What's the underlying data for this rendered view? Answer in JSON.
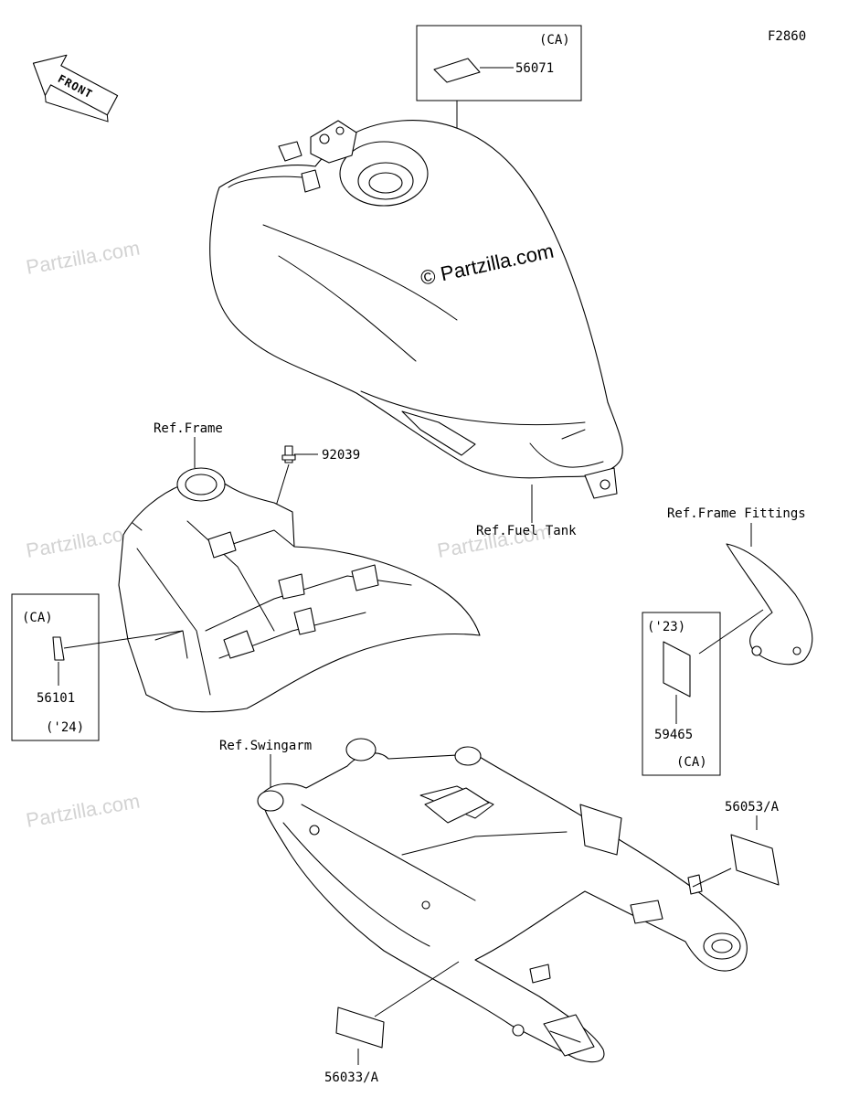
{
  "figure_code": "F2860",
  "front_arrow": {
    "label": "FRONT",
    "icon": "front-direction-arrow-icon"
  },
  "watermark": {
    "text": "Partzilla.com",
    "main_text": "© Partzilla.com"
  },
  "callouts": {
    "fuel_tank_box": {
      "region": "(CA)",
      "part": "56071"
    },
    "ref_fuel_tank": "Ref.Fuel Tank",
    "ref_frame": "Ref.Frame",
    "bolt": "92039",
    "frame_box": {
      "region": "(CA)",
      "part": "56101",
      "year": "('24)"
    },
    "ref_frame_fittings": "Ref.Frame Fittings",
    "fittings_box": {
      "year": "('23)",
      "part": "59465",
      "region": "(CA)"
    },
    "ref_swingarm": "Ref.Swingarm",
    "label_right": "56053/A",
    "label_bottom": "56033/A"
  }
}
